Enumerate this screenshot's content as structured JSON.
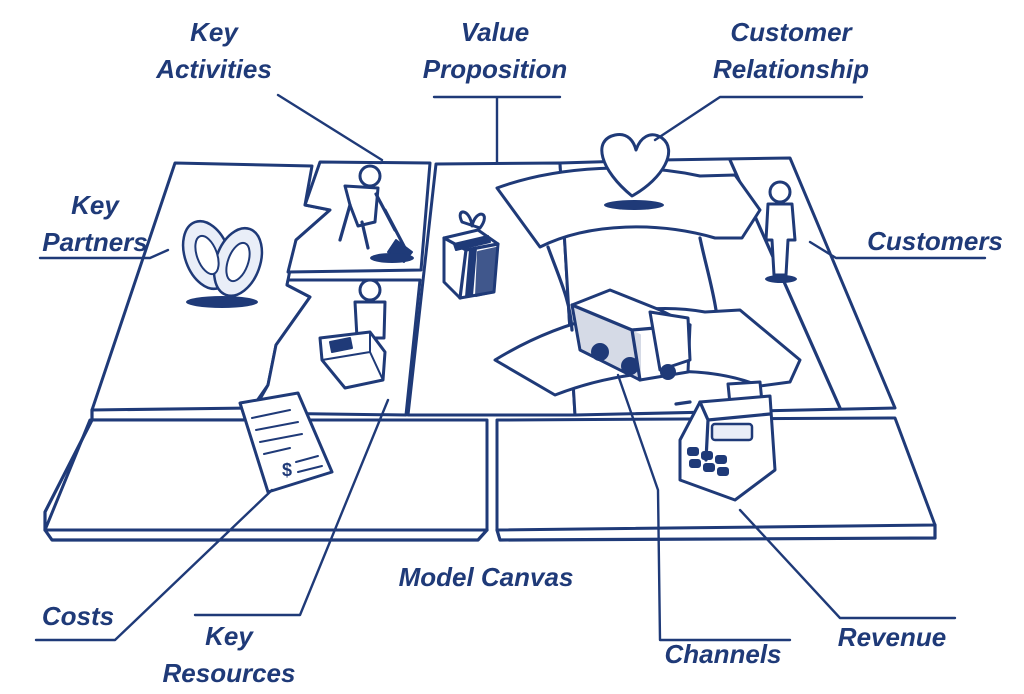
{
  "diagram": {
    "labels": {
      "key_activities": [
        "Key",
        "Activities"
      ],
      "value_proposition": [
        "Value",
        "Proposition"
      ],
      "customer_relationship": [
        "Customer",
        "Relationship"
      ],
      "key_partners": [
        "Key",
        "Partners"
      ],
      "customers": "Customers",
      "model_canvas": "Model Canvas",
      "costs": "Costs",
      "key_resources": [
        "Key",
        "Resources"
      ],
      "channels": "Channels",
      "revenue": "Revenue"
    },
    "icons": {
      "key_partners": "chain-link-icon",
      "key_activities": "worker-digging-icon",
      "key_resources": "worker-with-box-icon",
      "value_proposition": "gift-box-icon",
      "customer_relationship": "heart-icon",
      "customers": "standing-person-icon",
      "channels": "delivery-truck-icon",
      "revenue": "cash-register-icon",
      "costs": "invoice-icon"
    },
    "colors": {
      "ink": "#1f3a78",
      "paper": "#ffffff"
    }
  }
}
